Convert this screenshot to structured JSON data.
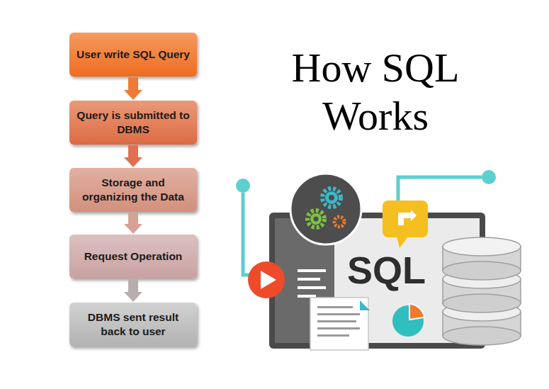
{
  "diagram": {
    "title": "How SQL Works",
    "nodes": [
      {
        "text": [
          "User write SQL Query"
        ]
      },
      {
        "text": [
          "Query is submitted to DBMS"
        ]
      },
      {
        "text": [
          "Storage and organizing the Data"
        ]
      },
      {
        "text": [
          "Request Operation"
        ]
      },
      {
        "text": [
          "DBMS sent result back to user"
        ]
      }
    ],
    "edges": [
      {
        "from": 0,
        "to": 1,
        "arrow": "to"
      },
      {
        "from": 1,
        "to": 2,
        "arrow": "to"
      },
      {
        "from": 2,
        "to": 3,
        "arrow": "to"
      },
      {
        "from": 3,
        "to": 4,
        "arrow": "to"
      }
    ],
    "labels": [
      "SQL"
    ]
  }
}
